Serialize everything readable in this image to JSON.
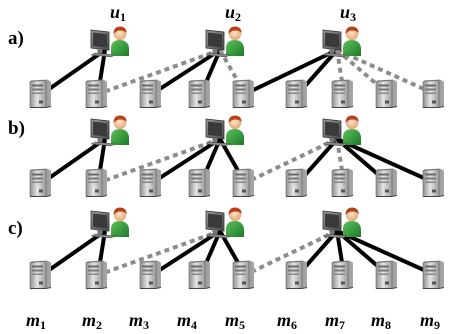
{
  "user_labels": [
    {
      "base": "u",
      "sub": "1"
    },
    {
      "base": "u",
      "sub": "2"
    },
    {
      "base": "u",
      "sub": "3"
    }
  ],
  "machine_labels": [
    {
      "base": "m",
      "sub": "1"
    },
    {
      "base": "m",
      "sub": "2"
    },
    {
      "base": "m",
      "sub": "3"
    },
    {
      "base": "m",
      "sub": "4"
    },
    {
      "base": "m",
      "sub": "5"
    },
    {
      "base": "m",
      "sub": "6"
    },
    {
      "base": "m",
      "sub": "7"
    },
    {
      "base": "m",
      "sub": "8"
    },
    {
      "base": "m",
      "sub": "9"
    }
  ],
  "rows": [
    {
      "label": "a)",
      "connections": [
        {
          "user": 1,
          "machine": 1,
          "style": "solid"
        },
        {
          "user": 1,
          "machine": 2,
          "style": "solid"
        },
        {
          "user": 2,
          "machine": 2,
          "style": "dashed"
        },
        {
          "user": 2,
          "machine": 3,
          "style": "solid"
        },
        {
          "user": 2,
          "machine": 4,
          "style": "solid"
        },
        {
          "user": 2,
          "machine": 5,
          "style": "dashed"
        },
        {
          "user": 3,
          "machine": 5,
          "style": "solid"
        },
        {
          "user": 3,
          "machine": 6,
          "style": "solid"
        },
        {
          "user": 3,
          "machine": 7,
          "style": "dashed"
        },
        {
          "user": 3,
          "machine": 8,
          "style": "dashed"
        },
        {
          "user": 3,
          "machine": 9,
          "style": "dashed"
        }
      ]
    },
    {
      "label": "b)",
      "connections": [
        {
          "user": 1,
          "machine": 1,
          "style": "solid"
        },
        {
          "user": 1,
          "machine": 2,
          "style": "solid"
        },
        {
          "user": 2,
          "machine": 2,
          "style": "dashed"
        },
        {
          "user": 2,
          "machine": 3,
          "style": "solid"
        },
        {
          "user": 2,
          "machine": 4,
          "style": "solid"
        },
        {
          "user": 2,
          "machine": 5,
          "style": "solid"
        },
        {
          "user": 3,
          "machine": 5,
          "style": "dashed"
        },
        {
          "user": 3,
          "machine": 6,
          "style": "solid"
        },
        {
          "user": 3,
          "machine": 7,
          "style": "dashed"
        },
        {
          "user": 3,
          "machine": 8,
          "style": "solid"
        },
        {
          "user": 3,
          "machine": 9,
          "style": "solid"
        }
      ]
    },
    {
      "label": "c)",
      "connections": [
        {
          "user": 1,
          "machine": 1,
          "style": "solid"
        },
        {
          "user": 1,
          "machine": 2,
          "style": "solid"
        },
        {
          "user": 2,
          "machine": 2,
          "style": "dashed"
        },
        {
          "user": 2,
          "machine": 3,
          "style": "solid"
        },
        {
          "user": 2,
          "machine": 4,
          "style": "solid"
        },
        {
          "user": 2,
          "machine": 5,
          "style": "solid"
        },
        {
          "user": 3,
          "machine": 5,
          "style": "dashed"
        },
        {
          "user": 3,
          "machine": 6,
          "style": "solid"
        },
        {
          "user": 3,
          "machine": 7,
          "style": "solid"
        },
        {
          "user": 3,
          "machine": 8,
          "style": "solid"
        },
        {
          "user": 3,
          "machine": 9,
          "style": "solid"
        }
      ]
    }
  ],
  "colors": {
    "solid_line": "#000000",
    "dashed_line": "#8c8c8c",
    "server_body": "#b5b5b5",
    "person_shirt": "#2e9a3a",
    "person_face": "#f2c6a0",
    "person_hair": "#b03a10",
    "monitor": "#6e6e6e"
  },
  "icons": {
    "user": "user-at-computer-icon",
    "machine": "server-tower-icon"
  }
}
